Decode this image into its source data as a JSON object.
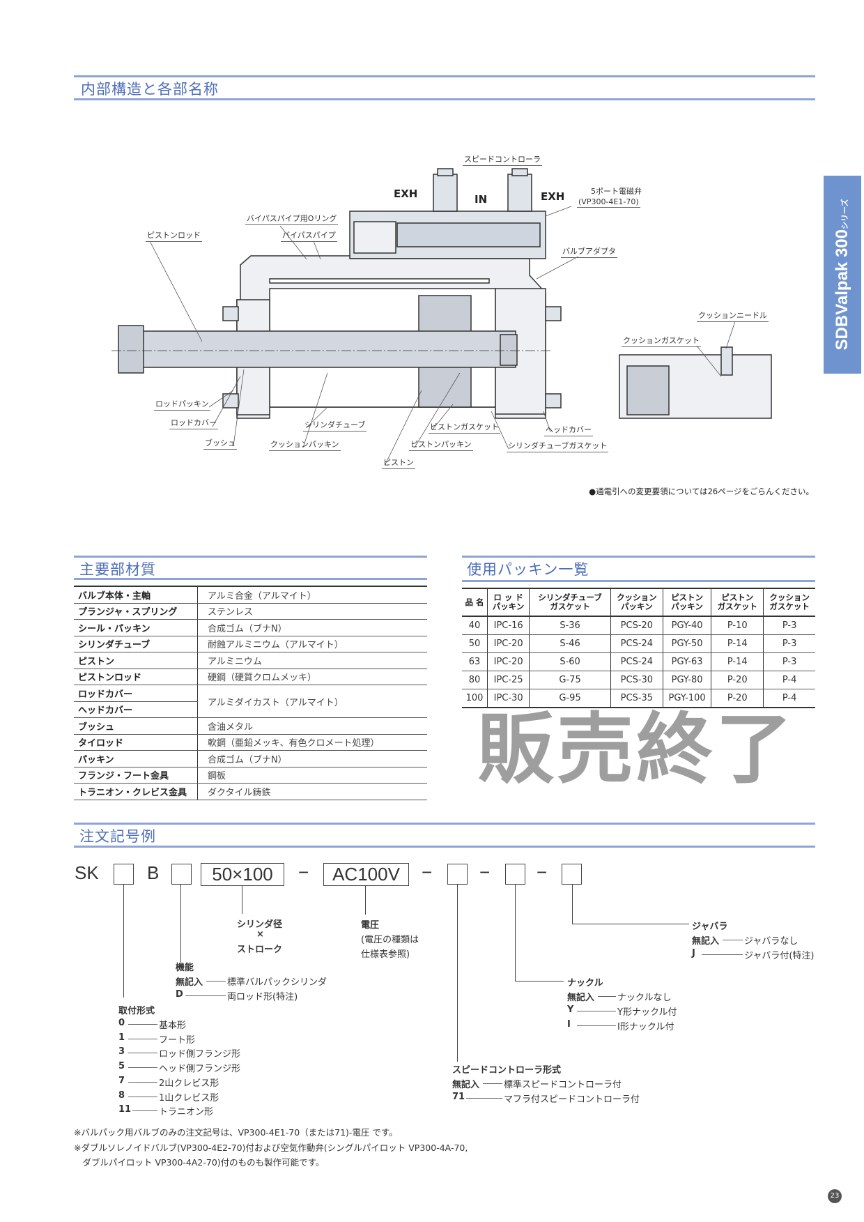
{
  "side_tab": {
    "brand": "SDBValpak 300",
    "suffix": "シリーズ"
  },
  "structure": {
    "title": "内部構造と各部名称",
    "labels": {
      "speed_controller": "スピードコントローラ",
      "valve_5port": "5ポート電磁弁",
      "valve_model": "(VP300-4E1-70)",
      "exh_left": "EXH",
      "in": "IN",
      "exh_right": "EXH",
      "bypass_oring": "バイパスパイプ用Oリング",
      "bypass_pipe": "バイパスパイプ",
      "piston_rod": "ピストンロッド",
      "valve_adapter": "バルブアダプタ",
      "cushion_needle": "クッションニードル",
      "cushion_gasket": "クッションガスケット",
      "rod_packing": "ロッドパッキン",
      "rod_cover": "ロッドカバー",
      "bush": "ブッシュ",
      "cylinder_tube": "シリンダチューブ",
      "cushion_packing": "クッションパッキン",
      "piston_gasket": "ピストンガスケット",
      "piston_packing": "ピストンパッキン",
      "piston": "ピストン",
      "head_cover": "ヘッドカバー",
      "tube_gasket": "シリンダチューブガスケット"
    },
    "note": "●通電引への変更要領については26ページをごらんください。"
  },
  "materials": {
    "title": "主要部材質",
    "rows": [
      {
        "part": "バルブ本体・主軸",
        "material": "アルミ合金（アルマイト）"
      },
      {
        "part": "プランジャ・スプリング",
        "material": "ステンレス"
      },
      {
        "part": "シール・パッキン",
        "material": "合成ゴム（ブナN）"
      },
      {
        "part": "シリンダチューブ",
        "material": "耐蝕アルミニウム（アルマイト）"
      },
      {
        "part": "ピストン",
        "material": "アルミニウム"
      },
      {
        "part": "ピストンロッド",
        "material": "硬鋼（硬質クロムメッキ）"
      },
      {
        "part": "ロッドカバー",
        "material": "アルミダイカスト（アルマイト）"
      },
      {
        "part": "ヘッドカバー",
        "material": null
      },
      {
        "part": "ブッシュ",
        "material": "含油メタル"
      },
      {
        "part": "タイロッド",
        "material": "軟鋼（亜鉛メッキ、有色クロメート処理）"
      },
      {
        "part": "パッキン",
        "material": "合成ゴム（ブナN）"
      },
      {
        "part": "フランジ・フート金具",
        "material": "鋼板"
      },
      {
        "part": "トラニオン・クレビス金具",
        "material": "ダクタイル鋳鉄"
      }
    ]
  },
  "packings": {
    "title": "使用パッキン一覧",
    "headers": [
      [
        "品 名",
        ""
      ],
      [
        "ロ ッ ド",
        "パッキン"
      ],
      [
        "シリンダチューブ",
        "ガスケット"
      ],
      [
        "クッション",
        "パッキン"
      ],
      [
        "ピストン",
        "パッキン"
      ],
      [
        "ピストン",
        "ガスケット"
      ],
      [
        "クッション",
        "ガスケット"
      ]
    ],
    "rows": [
      [
        "40",
        "IPC-16",
        "S-36",
        "PCS-20",
        "PGY-40",
        "P-10",
        "P-3"
      ],
      [
        "50",
        "IPC-20",
        "S-46",
        "PCS-24",
        "PGY-50",
        "P-14",
        "P-3"
      ],
      [
        "63",
        "IPC-20",
        "S-60",
        "PCS-24",
        "PGY-63",
        "P-14",
        "P-3"
      ],
      [
        "80",
        "IPC-25",
        "G-75",
        "PCS-30",
        "PGY-80",
        "P-20",
        "P-4"
      ],
      [
        "100",
        "IPC-30",
        "G-95",
        "PCS-35",
        "PGY-100",
        "P-20",
        "P-4"
      ]
    ]
  },
  "watermark": "販売終了",
  "order": {
    "title": "注文記号例",
    "prefix": "SK",
    "b": "B",
    "size": "50×100",
    "voltage": "AC100V",
    "dash": "−",
    "size_label": [
      "シリンダ径",
      "×",
      "ストローク"
    ],
    "voltage_label": [
      "電圧",
      "(電圧の種類は",
      "仕様表参照)"
    ],
    "bellows": {
      "title": "ジャバラ",
      "options": [
        {
          "code": "無記入",
          "desc": "ジャバラなし"
        },
        {
          "code": "J",
          "desc": "ジャバラ付(特注)"
        }
      ]
    },
    "function": {
      "title": "機能",
      "options": [
        {
          "code": "無記入",
          "desc": "標準バルパックシリンダ"
        },
        {
          "code": "D",
          "desc": "両ロッド形(特注)"
        }
      ]
    },
    "knuckle": {
      "title": "ナックル",
      "options": [
        {
          "code": "無記入",
          "desc": "ナックルなし"
        },
        {
          "code": "Y",
          "desc": "Y形ナックル付"
        },
        {
          "code": "I",
          "desc": "I形ナックル付"
        }
      ]
    },
    "mounting": {
      "title": "取付形式",
      "options": [
        {
          "code": "0",
          "desc": "基本形"
        },
        {
          "code": "1",
          "desc": "フート形"
        },
        {
          "code": "3",
          "desc": "ロッド側フランジ形"
        },
        {
          "code": "5",
          "desc": "ヘッド側フランジ形"
        },
        {
          "code": "7",
          "desc": "2山クレビス形"
        },
        {
          "code": "8",
          "desc": "1山クレビス形"
        },
        {
          "code": "11",
          "desc": "トラニオン形"
        }
      ]
    },
    "speed_ctrl": {
      "title": "スピードコントローラ形式",
      "options": [
        {
          "code": "無記入",
          "desc": "標準スピードコントローラ付"
        },
        {
          "code": "71",
          "desc": "マフラ付スピードコントローラ付"
        }
      ]
    }
  },
  "notes": [
    "※バルパック用バルブのみの注文記号は、VP300-4E1-70（または71)-電圧 です。",
    "※ダブルソレノイドバルブ(VP300-4E2-70)付および空気作動弁(シングルパイロット VP300-4A-70,",
    "　ダブルパイロット VP300-4A2-70)付のものも製作可能です。"
  ],
  "page_number": "23"
}
